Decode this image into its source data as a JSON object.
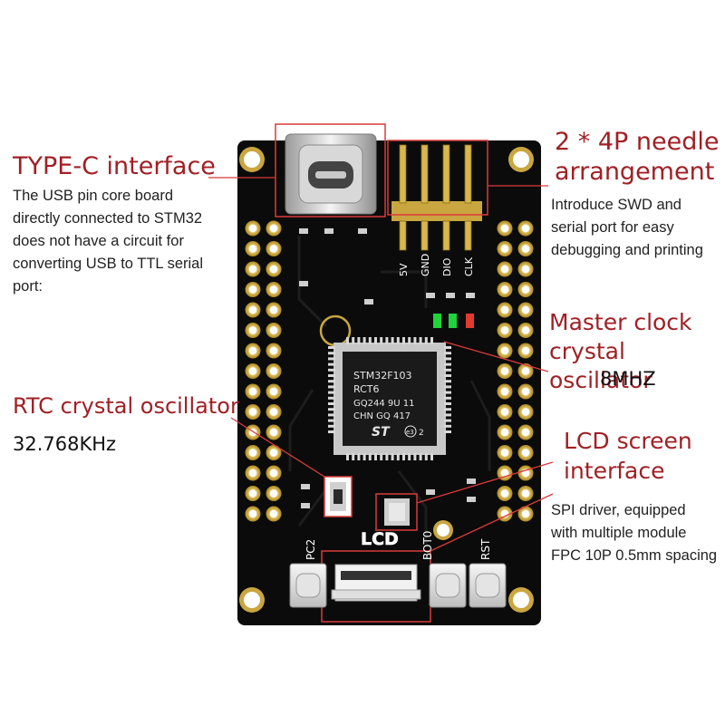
{
  "colors": {
    "accent_red": "#a02025",
    "callout_line": "#d93a3a",
    "board": "#0b0b0b",
    "gold": "#c9a640",
    "led_green": "#1fd43a",
    "led_red": "#e23a2e"
  },
  "callouts": {
    "typec": {
      "title": "TYPE-C interface",
      "desc_lines": [
        "The USB pin core board",
        "directly connected to STM32",
        "does not have a circuit for",
        "converting USB to TTL serial",
        "port:"
      ]
    },
    "needle": {
      "title_lines": [
        "2 * 4P needle",
        "arrangement"
      ],
      "desc_lines": [
        "Introduce SWD and",
        "serial port for easy",
        "debugging and printing"
      ]
    },
    "master_clock": {
      "title_lines": [
        "Master clock",
        "crystal oscillator"
      ],
      "value": "8MHZ"
    },
    "rtc": {
      "title": "RTC crystal oscillator",
      "value": "32.768KHz"
    },
    "lcd": {
      "title_lines": [
        "LCD screen",
        "interface"
      ],
      "desc_lines": [
        "SPI driver, equipped",
        "with multiple module",
        "FPC 10P 0.5mm spacing"
      ]
    }
  },
  "board": {
    "chip_lines": [
      "STM32F103",
      "RCT6",
      "GQ244  9U 11",
      "CHN   GQ  417"
    ],
    "chip_logo": "ST",
    "chip_mark": "e3",
    "chip_mark_num": "2",
    "header_pins": [
      "5V",
      "GND",
      "DIO",
      "CLK"
    ],
    "silk_pc2": "PC2",
    "silk_boot0": "BOT0",
    "silk_rst": "RST",
    "silk_lcd": "LCD"
  }
}
